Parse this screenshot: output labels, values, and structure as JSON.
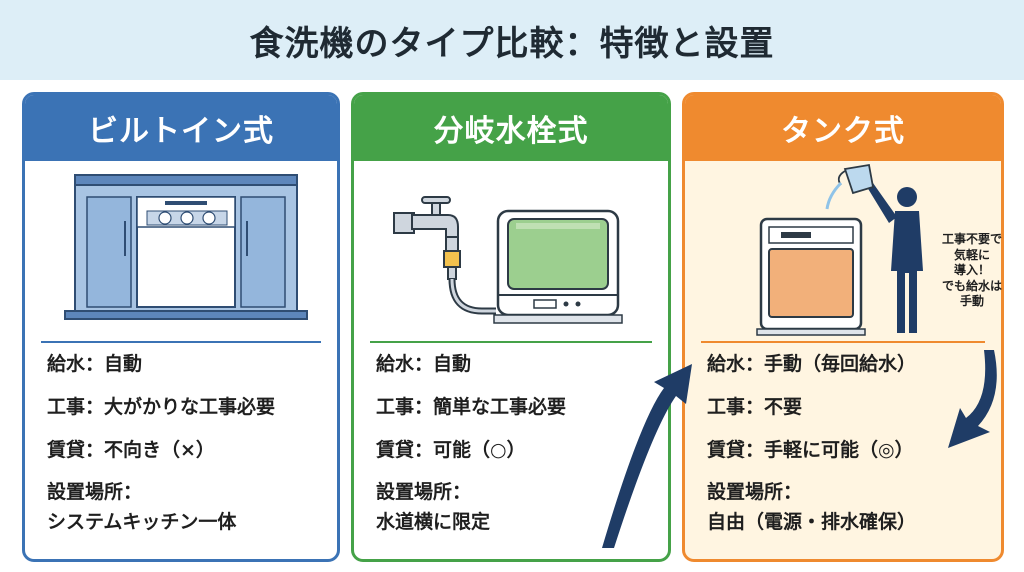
{
  "title": "食洗機のタイプ比較：特徴と設置",
  "cards": [
    {
      "heading": "ビルトイン式",
      "accent": "#3b73b5",
      "specs": {
        "water": "給水：自動",
        "construction": "工事：大がかりな工事必要",
        "rental": "賃貸：不向き（×）",
        "location_label": "設置場所：",
        "location_value": "システムキッチン一体"
      }
    },
    {
      "heading": "分岐水栓式",
      "accent": "#45a248",
      "specs": {
        "water": "給水：自動",
        "construction": "工事：簡単な工事必要",
        "rental": "賃貸：可能（○）",
        "location_label": "設置場所：",
        "location_value": "水道横に限定"
      }
    },
    {
      "heading": "タンク式",
      "accent": "#ef8a2f",
      "specs": {
        "water": "給水：手動（毎回給水）",
        "construction": "工事：不要",
        "rental": "賃貸：手軽に可能（◎）",
        "location_label": "設置場所：",
        "location_value": "自由（電源・排水確保）"
      }
    }
  ],
  "callout": {
    "line1": "工事不要で",
    "line2": "気軽に",
    "line3": "導入！",
    "line4": "でも給水は",
    "line5": "手動"
  },
  "icons": {
    "builtin": "built-in-dishwasher-cabinet-icon",
    "faucet": "faucet-with-branch-valve-icon",
    "countertop": "countertop-dishwasher-icon",
    "person": "person-pouring-water-icon",
    "arrows": "curved-arrow-icon"
  }
}
